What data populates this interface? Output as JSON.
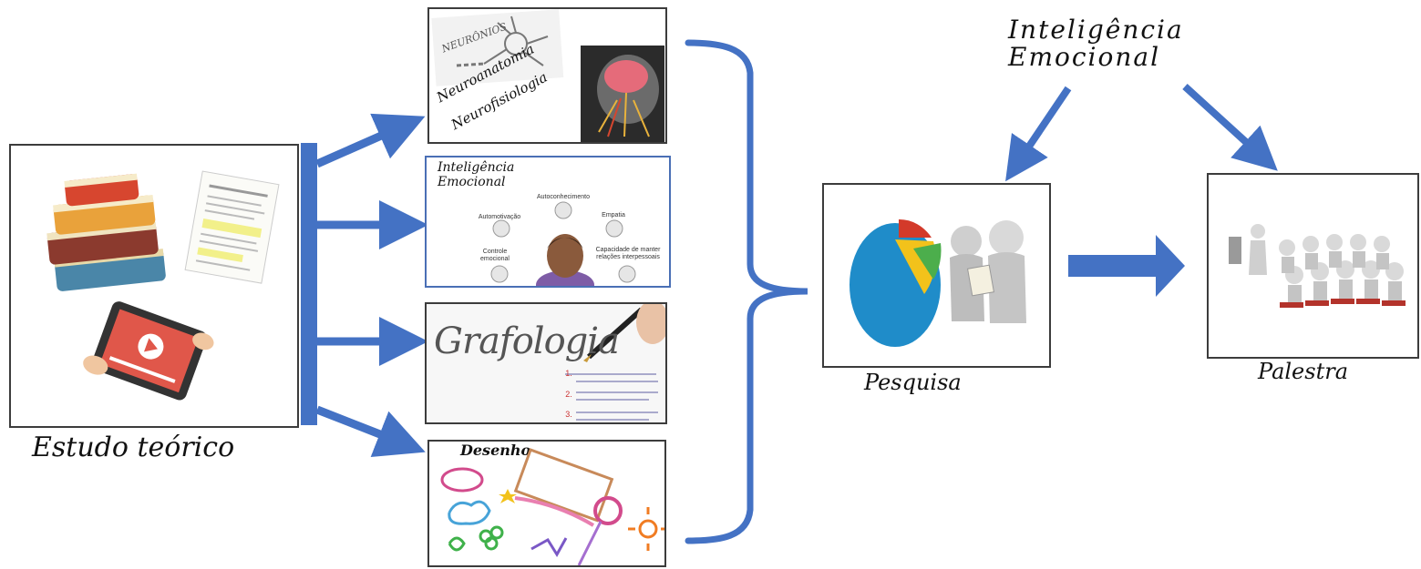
{
  "left": {
    "caption": "Estudo teórico"
  },
  "topics": [
    {
      "id": "neuro",
      "word1": "Neuroanatomia",
      "word2": "Neurofisiologia",
      "stamp": "NEURÔNIOS"
    },
    {
      "id": "ie",
      "title_line1": "Inteligência",
      "title_line2": "Emocional",
      "labels": {
        "autoconhecimento": "Autoconhecimento",
        "automotivacao": "Automotivação",
        "empatia": "Empatia",
        "controle": "Controle emocional",
        "relacoes": "Capacidade de manter relações interpessoais"
      }
    },
    {
      "id": "grafologia",
      "word": "Grafologia",
      "list_numbers": [
        "1.",
        "2.",
        "3."
      ]
    },
    {
      "id": "desenho",
      "title": "Desenho"
    }
  ],
  "research": {
    "caption": "Pesquisa"
  },
  "talk": {
    "caption": "Palestra"
  },
  "top_label": {
    "line1": "Inteligência",
    "line2": "Emocional"
  },
  "colors": {
    "arrow": "#4472c4",
    "frame": "#3c3c3c"
  }
}
